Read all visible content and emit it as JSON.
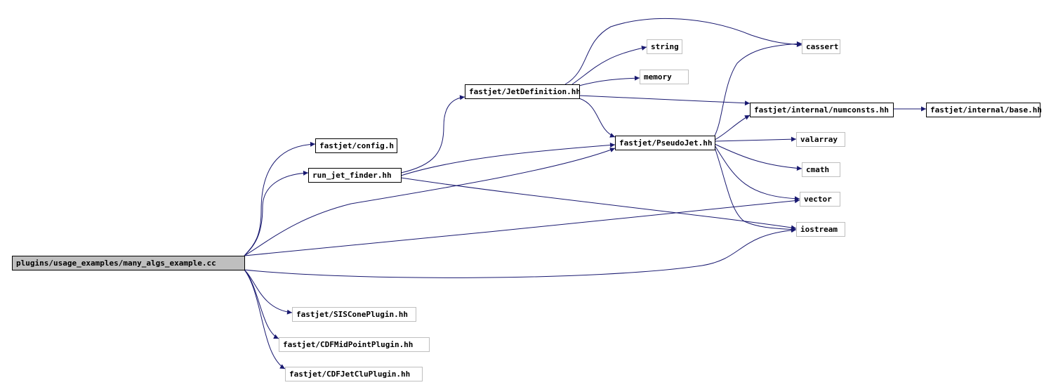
{
  "colors": {
    "edge": "#191970",
    "node_border_documented": "#000000",
    "node_border_external": "#bfbfbf",
    "root_fill": "#bfbfbf",
    "node_fill": "#ffffff"
  },
  "nodes": [
    {
      "id": "many_algs",
      "label": "plugins/usage_examples/many_algs_example.cc",
      "kind": "root"
    },
    {
      "id": "config",
      "label": "fastjet/config.h",
      "kind": "documented"
    },
    {
      "id": "run_jet_finder",
      "label": "run_jet_finder.hh",
      "kind": "documented"
    },
    {
      "id": "jetdef",
      "label": "fastjet/JetDefinition.hh",
      "kind": "documented"
    },
    {
      "id": "pseudojet",
      "label": "fastjet/PseudoJet.hh",
      "kind": "documented"
    },
    {
      "id": "numconsts",
      "label": "fastjet/internal/numconsts.hh",
      "kind": "documented"
    },
    {
      "id": "base",
      "label": "fastjet/internal/base.hh",
      "kind": "documented"
    },
    {
      "id": "string",
      "label": "string",
      "kind": "external"
    },
    {
      "id": "memory",
      "label": "memory",
      "kind": "external"
    },
    {
      "id": "cassert",
      "label": "cassert",
      "kind": "external"
    },
    {
      "id": "valarray",
      "label": "valarray",
      "kind": "external"
    },
    {
      "id": "cmath",
      "label": "cmath",
      "kind": "external"
    },
    {
      "id": "vector",
      "label": "vector",
      "kind": "external"
    },
    {
      "id": "iostream",
      "label": "iostream",
      "kind": "external"
    },
    {
      "id": "siscone",
      "label": "fastjet/SISConePlugin.hh",
      "kind": "external"
    },
    {
      "id": "cdfmidpoint",
      "label": "fastjet/CDFMidPointPlugin.hh",
      "kind": "external"
    },
    {
      "id": "cdfjetclu",
      "label": "fastjet/CDFJetCluPlugin.hh",
      "kind": "external"
    }
  ],
  "edges": [
    {
      "from": "many_algs",
      "to": "config"
    },
    {
      "from": "many_algs",
      "to": "run_jet_finder"
    },
    {
      "from": "many_algs",
      "to": "pseudojet"
    },
    {
      "from": "many_algs",
      "to": "vector"
    },
    {
      "from": "many_algs",
      "to": "iostream"
    },
    {
      "from": "many_algs",
      "to": "siscone"
    },
    {
      "from": "many_algs",
      "to": "cdfmidpoint"
    },
    {
      "from": "many_algs",
      "to": "cdfjetclu"
    },
    {
      "from": "run_jet_finder",
      "to": "jetdef"
    },
    {
      "from": "run_jet_finder",
      "to": "pseudojet"
    },
    {
      "from": "run_jet_finder",
      "to": "iostream"
    },
    {
      "from": "jetdef",
      "to": "cassert"
    },
    {
      "from": "jetdef",
      "to": "string"
    },
    {
      "from": "jetdef",
      "to": "memory"
    },
    {
      "from": "jetdef",
      "to": "numconsts"
    },
    {
      "from": "jetdef",
      "to": "pseudojet"
    },
    {
      "from": "pseudojet",
      "to": "cassert"
    },
    {
      "from": "pseudojet",
      "to": "numconsts"
    },
    {
      "from": "pseudojet",
      "to": "valarray"
    },
    {
      "from": "pseudojet",
      "to": "cmath"
    },
    {
      "from": "pseudojet",
      "to": "vector"
    },
    {
      "from": "pseudojet",
      "to": "iostream"
    },
    {
      "from": "numconsts",
      "to": "base"
    }
  ]
}
